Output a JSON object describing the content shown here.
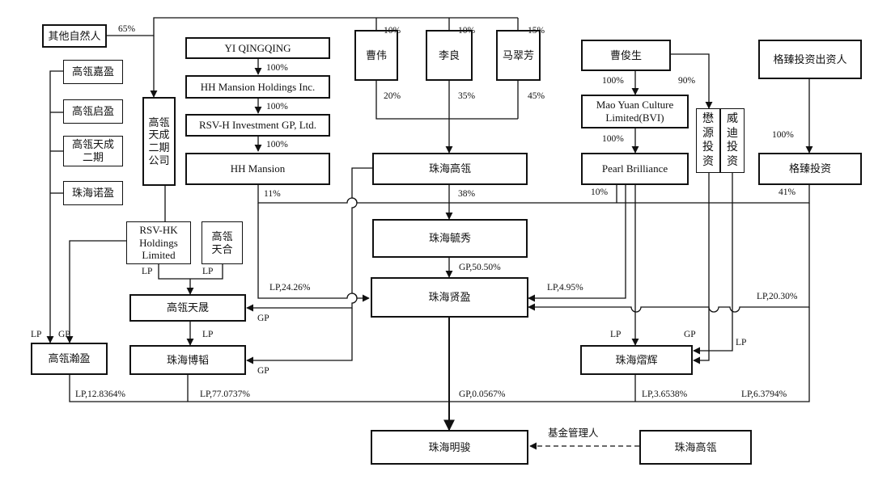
{
  "entities": {
    "other_persons": "其他自然人",
    "gaoling_jiaying": "高瓴嘉盈",
    "gaoling_qiying": "高瓴启盈",
    "gaoling_tiancheng_2": "高瓴天成\n二期",
    "zhuhai_nuoying": "珠海诺盈",
    "gaoling_tiancheng_2_company": "高瓴\n天成\n二期\n公司",
    "yi_qingqing": "YI QINGQING",
    "hh_mansion_holdings": "HH Mansion Holdings Inc.",
    "rsv_h_gp": "RSV-H Investment GP, Ltd.",
    "hh_mansion": "HH Mansion",
    "cao_wei": "曹伟",
    "li_liang": "李良",
    "ma_cuifang": "马翠芳",
    "zhuhai_gaoling": "珠海高瓴",
    "zhuhai_yuxiu": "珠海毓秀",
    "zhuhai_xianying": "珠海贤盈",
    "cao_junsheng": "曹俊生",
    "mao_yuan": "Mao Yuan Culture\nLimited(BVI)",
    "pearl_brilliance": "Pearl Brilliance",
    "yiyuan_touzi": "懋\n源\n投\n资",
    "weidi_touzi": "威\n迪\n投\n资",
    "gezhen_investors": "格臻投资出资人",
    "gezhen_touzi": "格臻投资",
    "rsv_hk": "RSV-HK\nHoldings\nLimited",
    "gaoling_tianhe": "高瓴\n天合",
    "gaoling_tiansheng": "高瓴天晟",
    "zhuhai_botao": "珠海博韬",
    "gaoling_hanying": "高瓴瀚盈",
    "zhuhai_yihui": "珠海熠辉",
    "zhuhai_mingjun": "珠海明骏",
    "zhuhai_gaoling_manager": "珠海高瓴"
  },
  "labels": {
    "other_65": "65%",
    "caowei_10": "10%",
    "liliang_10": "10%",
    "ma_15": "15%",
    "yi_100": "100%",
    "hhmh_100": "100%",
    "rsvh_100": "100%",
    "caowei_20": "20%",
    "liliang_35": "35%",
    "ma_45": "45%",
    "caojs_100": "100%",
    "caojs_90": "90%",
    "maoyuan_100": "100%",
    "gezhen_inv_100": "100%",
    "hh_11": "11%",
    "gaoling_38": "38%",
    "pearl_10": "10%",
    "gezhen_41": "41%",
    "yuxiu_gp": "GP,50.50%",
    "hh_lp": "LP,24.26%",
    "pearl_lp": "LP,4.95%",
    "gezhen_lp": "LP,20.30%",
    "rsvhk_lp": "LP",
    "tianhe_lp": "LP",
    "tiansheng_lp": "LP",
    "tiansheng_gp": "GP",
    "botao_gp": "GP",
    "hanying_lp": "LP",
    "hanying_gp": "GP",
    "yihui_lp_left": "LP",
    "yihui_gp": "GP",
    "yihui_lp_right": "LP",
    "hanying_to_mingjun": "LP,12.8364%",
    "botao_to_mingjun": "LP,77.0737%",
    "xianying_to_mingjun": "GP,0.0567%",
    "yihui_to_mingjun": "LP,3.6538%",
    "gezhen_to_mingjun": "LP,6.3794%",
    "fund_manager": "基金管理人"
  }
}
